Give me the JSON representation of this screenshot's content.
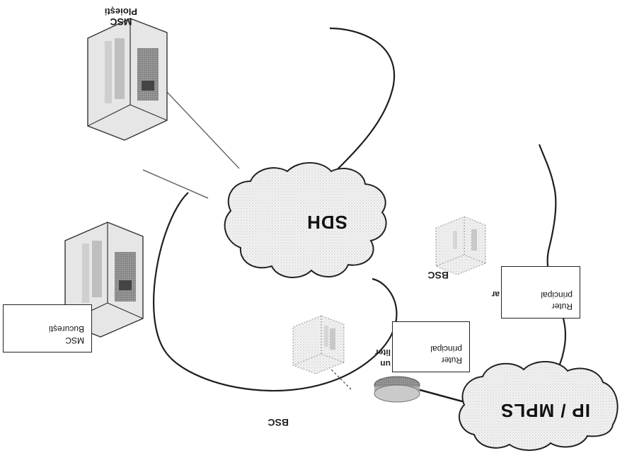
{
  "diagram": {
    "clouds": {
      "sdh": "SDH",
      "ip_mpls": "IP / MPLS"
    },
    "msc_top": {
      "title": "MSC",
      "subtitle": "Ploiești"
    },
    "msc_boxed": {
      "title": "MSC",
      "subtitle": "București"
    },
    "bsc_upper": "BSC",
    "bsc_lower": "BSC",
    "router_upper": {
      "line1": "Ruter",
      "line2": "principal",
      "partial": "ar"
    },
    "router_lower": {
      "line1": "Ruter",
      "line2": "principal",
      "partial_1": "un",
      "partial_2": "liter"
    }
  }
}
